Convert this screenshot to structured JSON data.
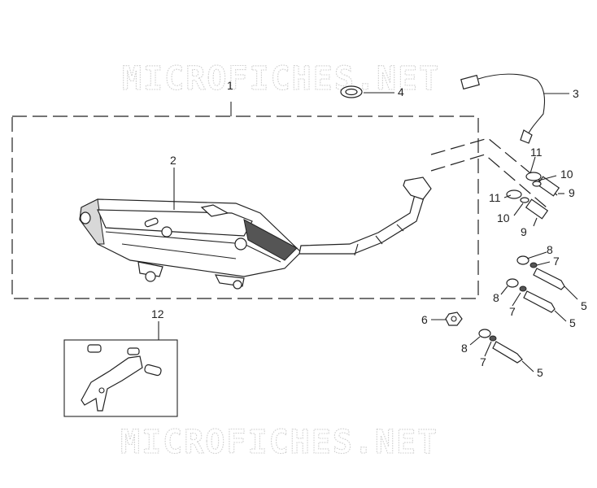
{
  "watermark": {
    "top": "MICROFICHES.NET",
    "bottom": "MICROFICHES.NET"
  },
  "callouts": {
    "c1": "1",
    "c2": "2",
    "c3": "3",
    "c4": "4",
    "c5a": "5",
    "c5b": "5",
    "c5c": "5",
    "c6": "6",
    "c7a": "7",
    "c7b": "7",
    "c7c": "7",
    "c8a": "8",
    "c8b": "8",
    "c8c": "8",
    "c9a": "9",
    "c9b": "9",
    "c10a": "10",
    "c10b": "10",
    "c11a": "11",
    "c11b": "11",
    "c12": "12"
  },
  "icons": [
    "muffler-assembly",
    "exhaust-pipe",
    "o2-sensor",
    "gasket",
    "bolt",
    "nut",
    "washer",
    "spring-washer",
    "cushion",
    "collar",
    "bracket"
  ]
}
